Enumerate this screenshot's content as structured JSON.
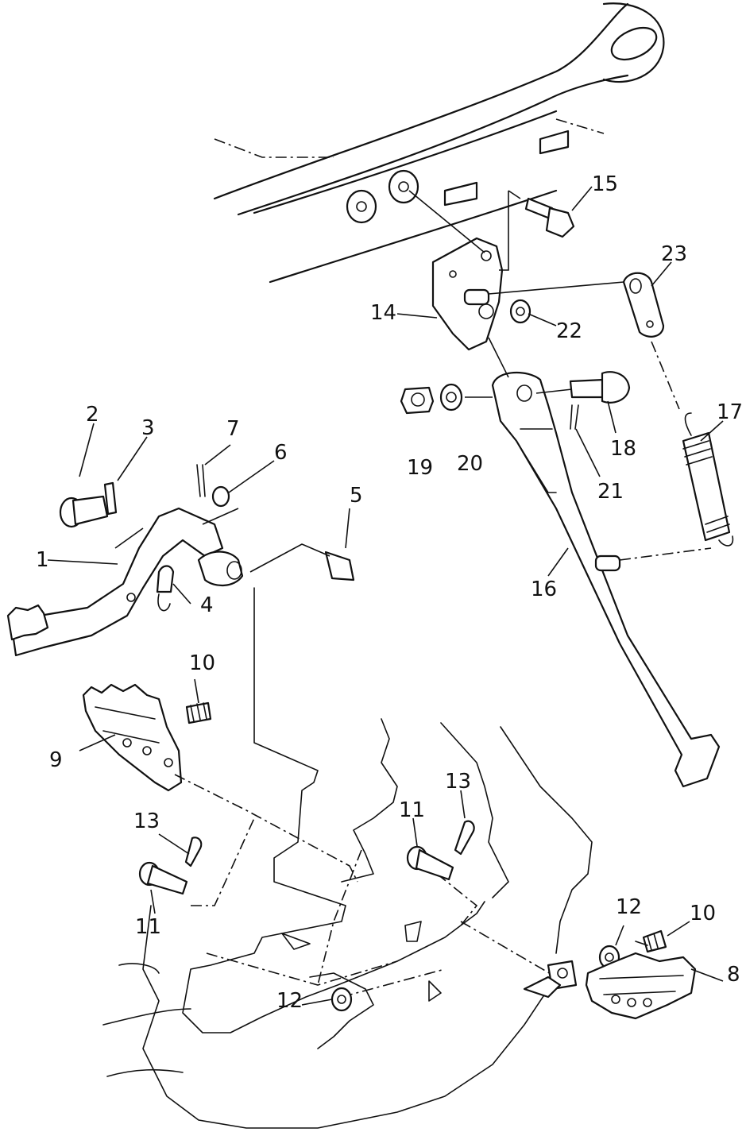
{
  "callouts": [
    {
      "id": "c1",
      "label": "1"
    },
    {
      "id": "c2",
      "label": "2"
    },
    {
      "id": "c3",
      "label": "3"
    },
    {
      "id": "c4",
      "label": "4"
    },
    {
      "id": "c5",
      "label": "5"
    },
    {
      "id": "c6",
      "label": "6"
    },
    {
      "id": "c7",
      "label": "7"
    },
    {
      "id": "c8",
      "label": "8"
    },
    {
      "id": "c9",
      "label": "9"
    },
    {
      "id": "c10a",
      "label": "10"
    },
    {
      "id": "c10b",
      "label": "10"
    },
    {
      "id": "c11a",
      "label": "11"
    },
    {
      "id": "c11b",
      "label": "11"
    },
    {
      "id": "c12a",
      "label": "12"
    },
    {
      "id": "c12b",
      "label": "12"
    },
    {
      "id": "c13a",
      "label": "13"
    },
    {
      "id": "c13b",
      "label": "13"
    },
    {
      "id": "c14",
      "label": "14"
    },
    {
      "id": "c15",
      "label": "15"
    },
    {
      "id": "c16",
      "label": "16"
    },
    {
      "id": "c17",
      "label": "17"
    },
    {
      "id": "c18",
      "label": "18"
    },
    {
      "id": "c19",
      "label": "19"
    },
    {
      "id": "c20",
      "label": "20"
    },
    {
      "id": "c21",
      "label": "21"
    },
    {
      "id": "c22",
      "label": "22"
    },
    {
      "id": "c23",
      "label": "23"
    }
  ]
}
